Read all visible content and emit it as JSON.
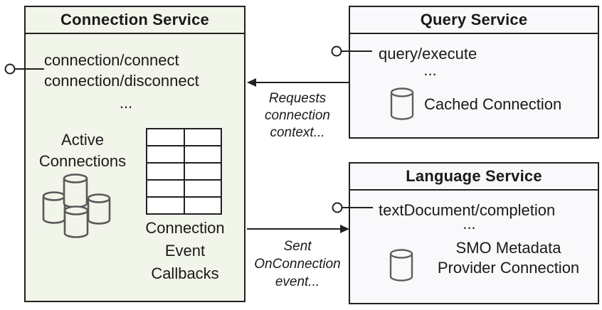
{
  "colors": {
    "page_bg": "#ffffff",
    "connection_fill": "#f2f5ea",
    "service_fill": "#f9f9fb",
    "border": "#212121",
    "text": "#1a1a1a",
    "cylinder_stroke": "#5f5f5f",
    "cluster_stroke": "#595959"
  },
  "connection_service": {
    "title": "Connection Service",
    "methods": [
      "connection/connect",
      "connection/disconnect"
    ],
    "ellipsis": "...",
    "active_lines": [
      "Active",
      "Connections"
    ],
    "callbacks_lines": [
      "Connection",
      "Event",
      "Callbacks"
    ],
    "icons": [
      "database-cluster-icon",
      "table-grid-icon",
      "interface-lollipop-icon"
    ]
  },
  "query_service": {
    "title": "Query Service",
    "methods": [
      "query/execute"
    ],
    "ellipsis": "...",
    "cache_label": "Cached Connection",
    "icons": [
      "database-cylinder-icon",
      "interface-lollipop-icon"
    ]
  },
  "language_service": {
    "title": "Language Service",
    "methods": [
      "textDocument/completion"
    ],
    "ellipsis": "...",
    "provider_lines": [
      "SMO Metadata",
      "Provider Connection"
    ],
    "icons": [
      "database-cylinder-icon",
      "interface-lollipop-icon"
    ]
  },
  "arrows": {
    "requests": {
      "direction": "query-service-to-connection-service",
      "label_lines": [
        "Requests",
        "connection",
        "context..."
      ]
    },
    "sent": {
      "direction": "connection-service-to-language-service",
      "label_lines": [
        "Sent",
        "OnConnection",
        "event..."
      ]
    }
  }
}
